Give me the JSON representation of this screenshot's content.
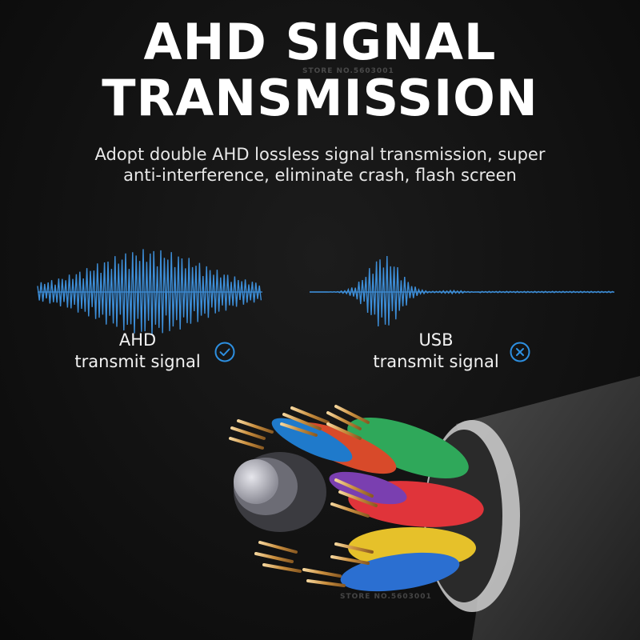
{
  "headline": {
    "line1": "AHD SIGNAL",
    "line2": "TRANSMISSION"
  },
  "subtitle": {
    "line1": "Adopt double AHD lossless signal transmission, super",
    "line2": "anti-interference, eliminate crash, flash screen"
  },
  "comparison": {
    "ahd": {
      "title": "AHD",
      "label": "transmit signal",
      "status_icon": "check-circle-icon"
    },
    "usb": {
      "title": "USB",
      "label": "transmit signal",
      "status_icon": "x-circle-icon"
    }
  },
  "watermark": "STORE NO.5603001",
  "colors": {
    "background": "#111111",
    "wave": "#3d8ed8",
    "accent": "#2d8fe0",
    "cable_jacket": "#3a3a3a"
  }
}
